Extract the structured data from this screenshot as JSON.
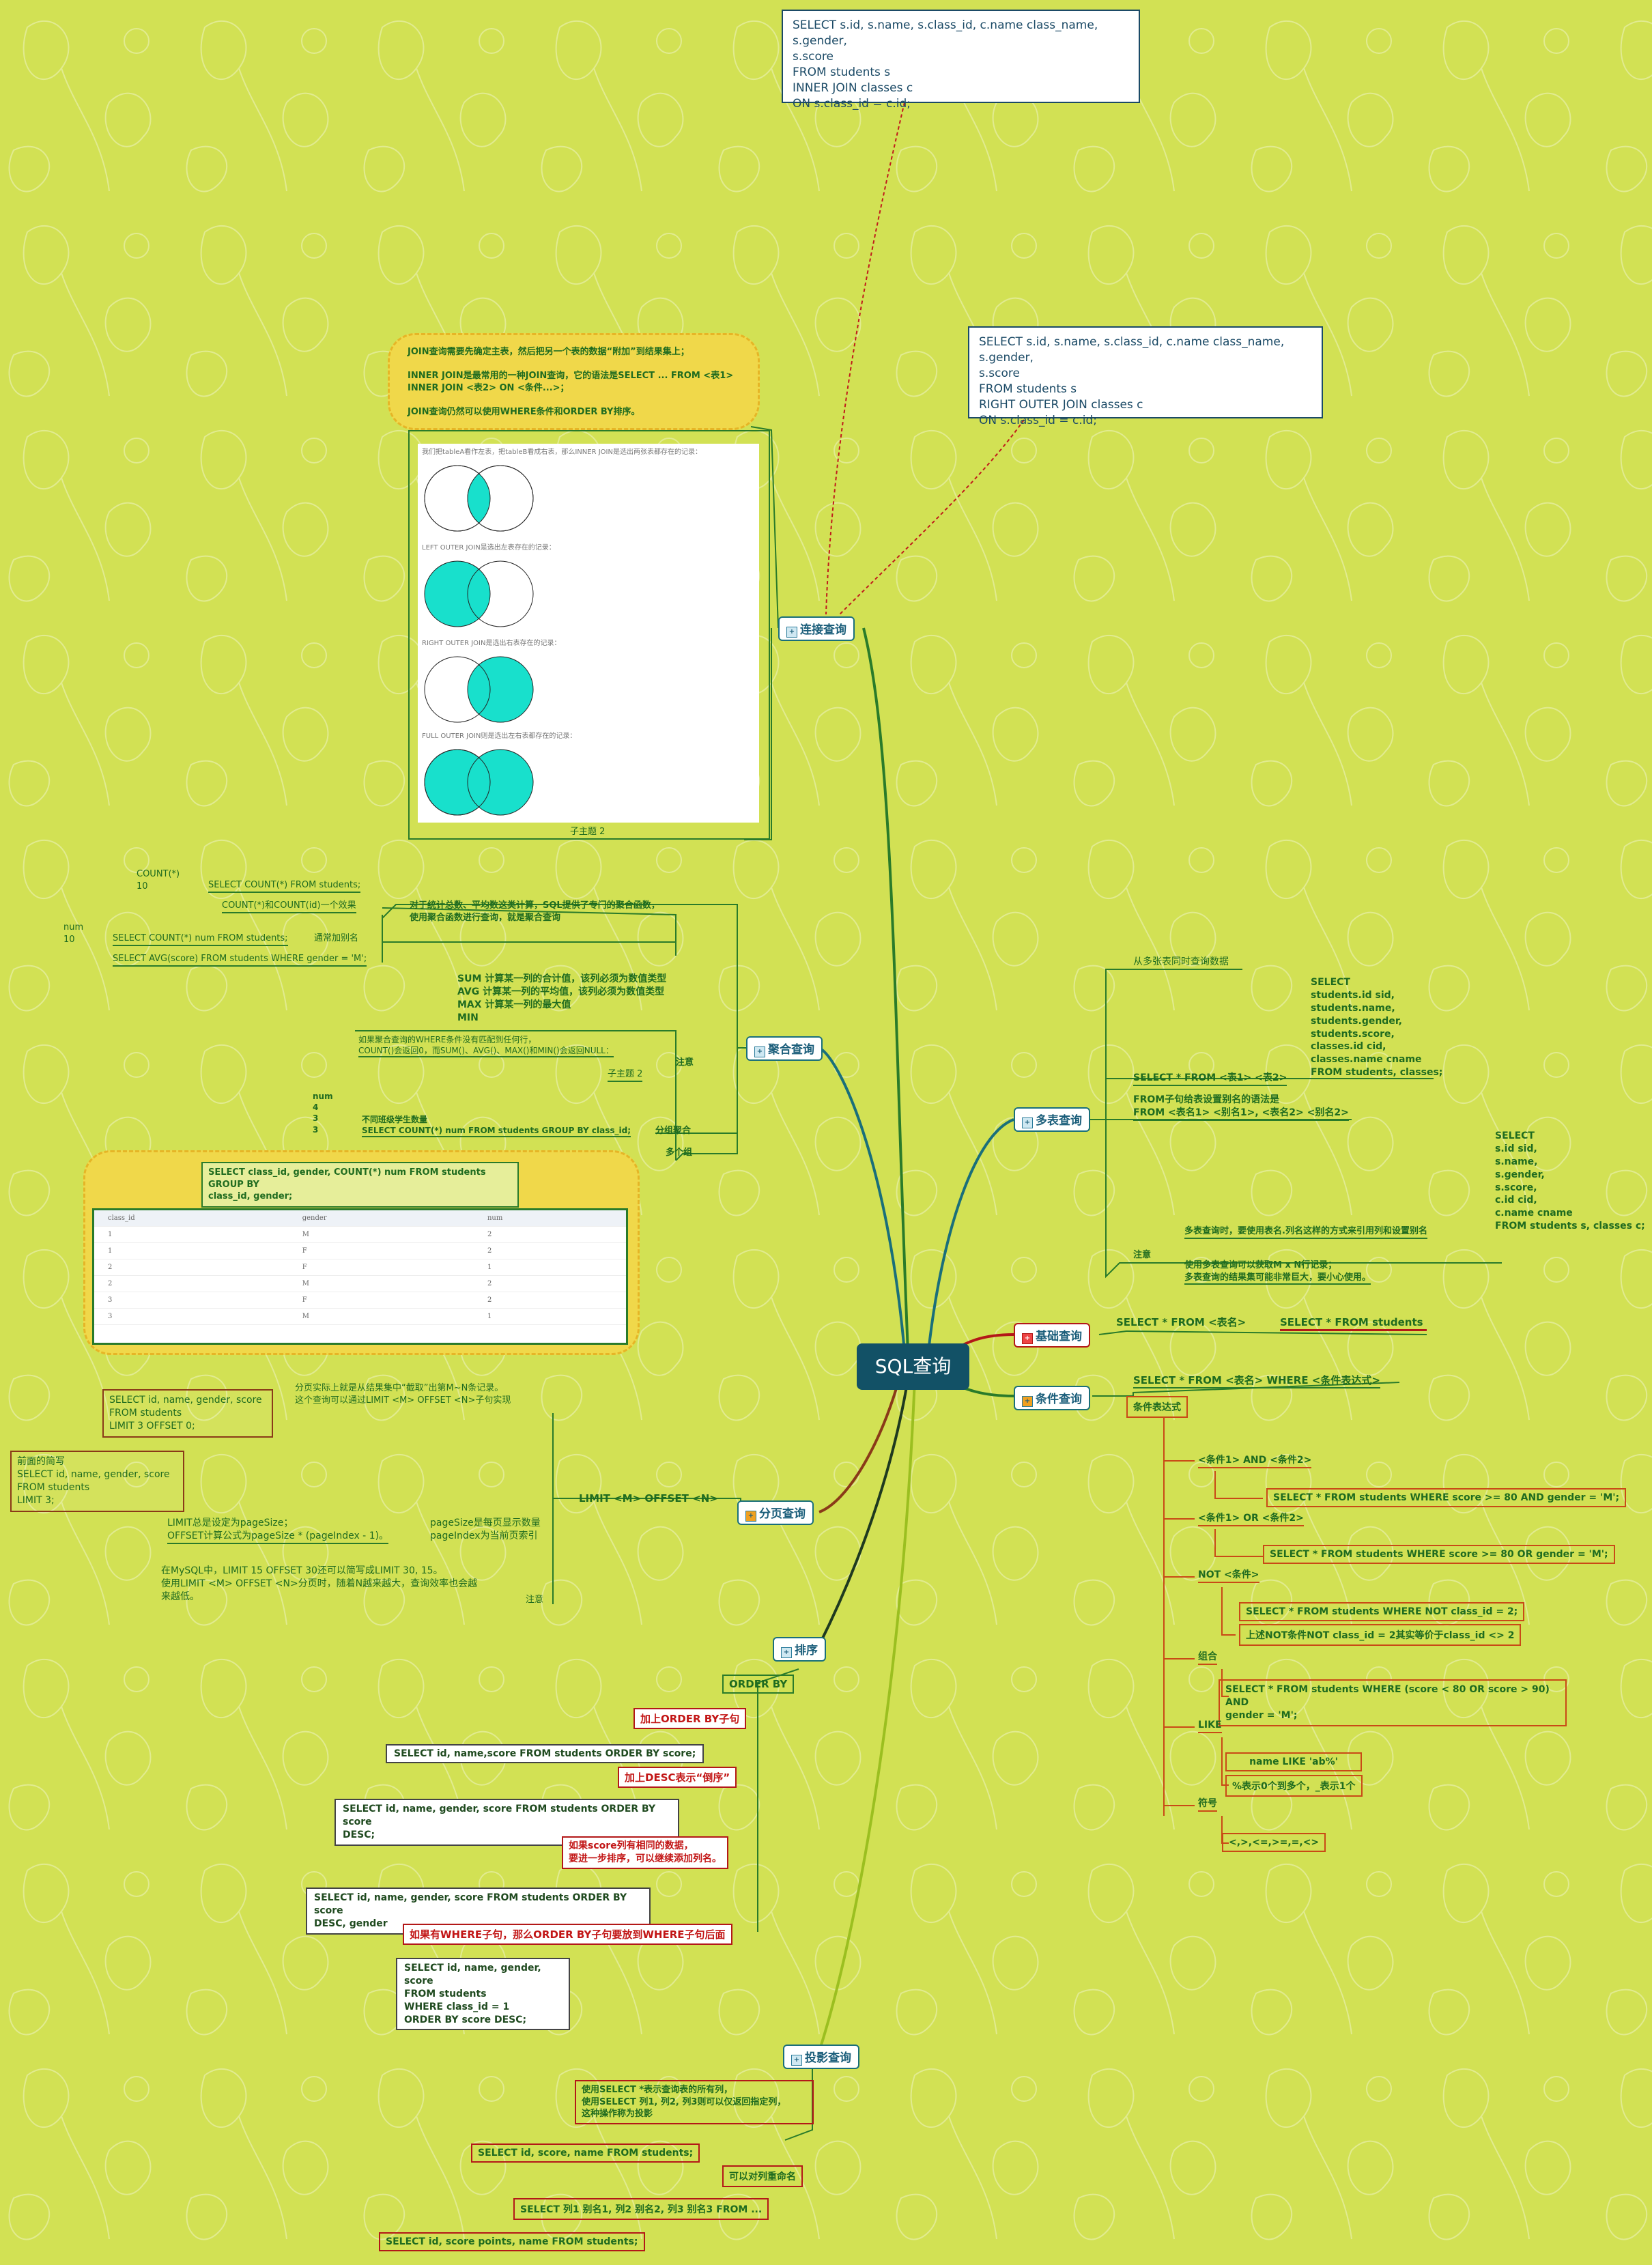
{
  "root": {
    "label": "SQL查询"
  },
  "icons": {
    "topic": "topic-marker-icon",
    "collapse": "collapse-dot-icon"
  },
  "colors": {
    "background": "#d2e154",
    "root": "#125166",
    "branch_green": "#2a7b2a",
    "branch_teal": "#1a6f7a",
    "red": "#c21616",
    "orange": "#c94a16"
  },
  "top_code_1": "SELECT s.id, s.name, s.class_id, c.name class_name, s.gender,\ns.score\nFROM students s\nINNER JOIN classes c\nON s.class_id = c.id;",
  "top_code_2": "SELECT s.id, s.name, s.class_id, c.name class_name, s.gender,\ns.score\nFROM students s\nRIGHT OUTER JOIN classes c\nON s.class_id = c.id;",
  "join": {
    "topic": "连接查询",
    "note": "JOIN查询需要先确定主表，然后把另一个表的数据“附加”到结果集上；\n\nINNER JOIN是最常用的一种JOIN查询，它的语法是SELECT ... FROM <表1> INNER JOIN <表2> ON <条件...>；\n\nJOIN查询仍然可以使用WHERE条件和ORDER BY排序。",
    "venn_caption_1": "我们把tableA看作左表，把tableB看成右表，那么INNER JOIN是选出两张表都存在的记录：",
    "venn_caption_2": "LEFT OUTER JOIN是选出左表存在的记录：",
    "venn_caption_3": "RIGHT OUTER JOIN是选出右表存在的记录：",
    "venn_caption_4": "FULL OUTER JOIN则是选出左右表都存在的记录：",
    "sub": "子主题 2"
  },
  "agg": {
    "topic": "聚合查询",
    "intro": "对于统计总数、平均数这类计算，SQL提供了专门的聚合函数，\n使用聚合函数进行查询，就是聚合查询",
    "count_result": "COUNT(*)\n10",
    "q1": "SELECT COUNT(*) FROM students;",
    "q2": "COUNT(*)和COUNT(id)一个效果",
    "alias_result": "num\n10",
    "q3": "SELECT COUNT(*) num FROM students;",
    "q3_note": "通常加别名",
    "q4": "SELECT AVG(score) FROM students WHERE gender = 'M';",
    "funcs": "SUM       计算某一列的合计值，该列必须为数值类型\nAVG       计算某一列的平均值，该列必须为数值类型\nMAX       计算某一列的最大值\nMIN",
    "note_text": "如果聚合查询的WHERE条件没有匹配到任何行，\nCOUNT()会返回0，而SUM()、AVG()、MAX()和MIN()会返回NULL：",
    "note_label": "注意",
    "sub2": "子主题 2",
    "group_result": "num\n4\n3\n3",
    "group_q": "不同班级学生数量\nSELECT COUNT(*) num FROM students GROUP BY class_id;",
    "group_label": "分组聚合",
    "multi_label": "多个组",
    "multi_q": "SELECT class_id, gender, COUNT(*) num FROM students GROUP BY\nclass_id, gender;",
    "table_headers": [
      "class_id",
      "gender",
      "num"
    ],
    "table_rows": [
      [
        "1",
        "M",
        "2"
      ],
      [
        "1",
        "F",
        "2"
      ],
      [
        "2",
        "F",
        "1"
      ],
      [
        "2",
        "M",
        "2"
      ],
      [
        "3",
        "F",
        "2"
      ],
      [
        "3",
        "M",
        "1"
      ]
    ]
  },
  "multi": {
    "topic": "多表查询",
    "desc": "从多张表同时查询数据",
    "syntax": "SELECT * FROM <表1> <表2>",
    "example": "SELECT\n    students.id sid,\n    students.name,\n    students.gender,\n    students.score,\n    classes.id cid,\n    classes.name cname\nFROM students, classes;",
    "alias": "FROM子句给表设置别名的语法是\nFROM <表名1> <别名1>, <表名2> <别名2>",
    "alias_example": "SELECT\n    s.id sid,\n    s.name,\n    s.gender,\n    s.score,\n    c.id cid,\n    c.name cname\nFROM students s, classes c;",
    "note_label": "注意",
    "note1": "多表查询时，要使用表名.列名这样的方式来引用列和设置别名",
    "note2": "使用多表查询可以获取M x N行记录；\n多表查询的结果集可能非常巨大，要小心使用。"
  },
  "basic": {
    "topic": "基础查询",
    "syntax": "SELECT * FROM <表名>",
    "example": "SELECT * FROM students"
  },
  "cond": {
    "topic": "条件查询",
    "syntax": "SELECT * FROM <表名> WHERE <条件表达式>",
    "expr": "条件表达式",
    "and": "<条件1> AND <条件2>",
    "and_ex": "SELECT * FROM students WHERE score >= 80 AND gender = 'M';",
    "or": "<条件1> OR <条件2>",
    "or_ex": "SELECT * FROM students WHERE score >= 80 OR gender = 'M';",
    "not": "NOT <条件>",
    "not_ex1": "SELECT * FROM students WHERE NOT class_id = 2;",
    "not_ex2": "上述NOT条件NOT class_id = 2其实等价于class_id <> 2",
    "combo": "组合",
    "combo_ex": "SELECT * FROM students WHERE (score < 80 OR score > 90) AND\ngender = 'M';",
    "like": "LIKE",
    "like_ex": "name LIKE 'ab%'",
    "like_note": "%表示0个到多个，_表示1个",
    "sym": "符号",
    "sym_ex": "<,>,<=,>=,=,<>"
  },
  "page": {
    "topic": "分页查询",
    "limit": "LIMIT <M> OFFSET <N>",
    "desc": "分页实际上就是从结果集中“截取”出第M~N条记录。\n这个查询可以通过LIMIT <M> OFFSET <N>子句实现",
    "ex1": "SELECT id, name, gender, score\nFROM students\nLIMIT 3 OFFSET 0;",
    "ex2": "前面的简写\nSELECT id, name, gender, score\nFROM students\nLIMIT 3;",
    "rule": "LIMIT总是设定为pageSize；\nOFFSET计算公式为pageSize * (pageIndex - 1)。",
    "rule_note": "pageSize是每页显示数量\npageIndex为当前页索引",
    "note": "在MySQL中，LIMIT 15 OFFSET 30还可以简写成LIMIT 30, 15。\n使用LIMIT <M> OFFSET <N>分页时，随着N越来越大，查询效率也会越\n来越低。",
    "note_label": "注意"
  },
  "sort": {
    "topic": "排序",
    "order": "ORDER BY",
    "r1": "加上ORDER BY子句",
    "c1": "SELECT id, name,score FROM students ORDER BY score;",
    "r2": "加上DESC表示“倒序”",
    "c2": "SELECT id, name, gender, score FROM students ORDER BY score\nDESC;",
    "r3": "如果score列有相同的数据，\n要进一步排序，可以继续添加列名。",
    "c3": "SELECT id, name, gender, score FROM students ORDER BY score\nDESC, gender",
    "r4": "如果有WHERE子句，那么ORDER BY子句要放到WHERE子句后面",
    "c4": "SELECT id, name, gender, score\nFROM students\nWHERE class_id = 1\nORDER BY score DESC;"
  },
  "proj": {
    "topic": "投影查询",
    "desc": "使用SELECT *表示查询表的所有列，\n使用SELECT 列1, 列2, 列3则可以仅返回指定列，\n这种操作称为投影",
    "c1": "SELECT id, score, name FROM students;",
    "alias": "可以对列重命名",
    "c2": "SELECT 列1 别名1, 列2 别名2, 列3 别名3 FROM ...",
    "c3": "SELECT id, score points, name FROM students;"
  }
}
